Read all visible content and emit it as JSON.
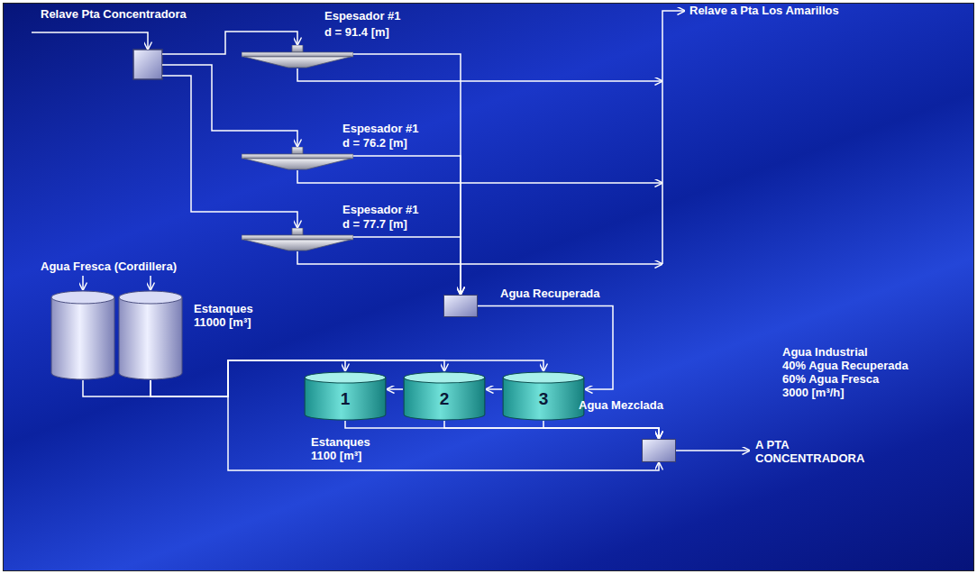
{
  "diagram": {
    "nodes": [
      {
        "text": [
          "Espesador #1",
          "d = 91.4 [m]"
        ]
      },
      {
        "text": [
          "Espesador #1",
          "d = 76.2 [m]"
        ]
      },
      {
        "text": [
          "Espesador #1",
          "d = 77.7 [m]"
        ]
      },
      {
        "text": [
          "Agua Recuperada"
        ]
      },
      {
        "text": [
          "Estanques 11000 [m³]"
        ]
      },
      {
        "text": [
          "1"
        ]
      },
      {
        "text": [
          "2"
        ]
      },
      {
        "text": [
          "3"
        ]
      },
      {
        "text": [
          "Agua Industrial",
          "40% Agua Recuperada",
          "60% Agua Fresca",
          "3000 [m³/h]"
        ]
      }
    ],
    "edges": [
      {
        "from": 0,
        "to": 3,
        "arrow": "to"
      },
      {
        "from": 1,
        "to": 3,
        "arrow": "to"
      },
      {
        "from": 2,
        "to": 3,
        "arrow": "to"
      },
      {
        "from": 3,
        "to": 7,
        "arrow": "to"
      },
      {
        "from": 7,
        "to": 6,
        "arrow": "to"
      },
      {
        "from": 6,
        "to": 5,
        "arrow": "to"
      },
      {
        "from": 4,
        "to": 5,
        "arrow": "to"
      },
      {
        "from": 4,
        "to": 6,
        "arrow": "to"
      },
      {
        "from": 4,
        "to": 7,
        "arrow": "to"
      },
      {
        "from": 5,
        "to": 8,
        "arrow": "to"
      },
      {
        "from": 6,
        "to": 8,
        "arrow": "to"
      },
      {
        "from": 7,
        "to": 8,
        "arrow": "to"
      },
      {
        "from": 4,
        "to": 8,
        "arrow": "to"
      }
    ],
    "labels": [
      "Relave Pta Concentradora",
      "Relave a Pta Los Amarillos",
      "Agua Fresca (Cordillera)",
      "Agua Mezclada",
      "Estanques 1100 [m³]",
      "A PTA CONCENTRADORA"
    ]
  }
}
